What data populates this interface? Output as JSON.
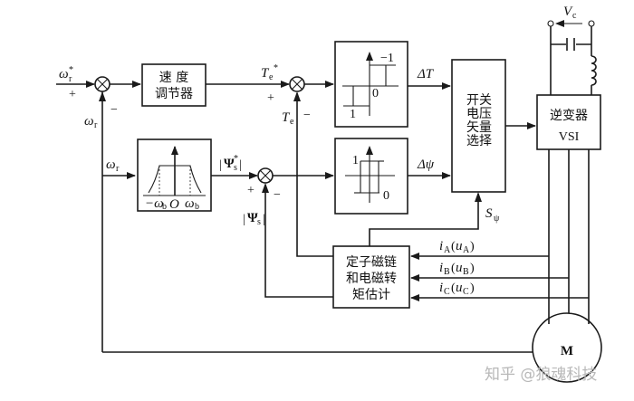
{
  "diagram": {
    "title": "Direct Torque Control block diagram",
    "inputs": {
      "speed_ref": {
        "symbol": "ω",
        "sub": "r",
        "sup": "*",
        "sign": "+"
      },
      "speed_fb": {
        "symbol": "ω",
        "sub": "r",
        "sign": "−"
      },
      "speed_branch": {
        "symbol": "ω",
        "sub": "r"
      }
    },
    "blocks": {
      "speed_regulator": {
        "line1": "速  度",
        "line2": "调节器"
      },
      "torque_hysteresis": {
        "upper_label": "−1",
        "zero_label": "0",
        "lower_label": "1"
      },
      "flux_hysteresis": {
        "upper_label": "1",
        "zero_label": "0"
      },
      "flux_reference": {
        "neg_label": "−ω",
        "neg_sub": "b",
        "origin_label": "O",
        "pos_label": "ω",
        "pos_sub": "b"
      },
      "switch_table": {
        "lines": [
          "开关",
          "电压",
          "矢量",
          "选择"
        ]
      },
      "inverter": {
        "line1": "逆变器",
        "line2": "VSI"
      },
      "estimator": {
        "lines": [
          "定子磁链",
          "和电磁转",
          "矩估计"
        ]
      },
      "motor": {
        "label": "M"
      }
    },
    "signals": {
      "torque_ref": {
        "symbol": "T",
        "sub": "e",
        "sup": "*",
        "sign": "+"
      },
      "torque_fb": {
        "symbol": "T",
        "sub": "e",
        "sign": "−"
      },
      "flux_ref": {
        "symbol": "Ψ",
        "sub": "s",
        "sup": "*",
        "sign": "+"
      },
      "flux_fb": {
        "symbol": "Ψ",
        "sub": "s",
        "sign": "−"
      },
      "delta_T": {
        "text": "ΔT"
      },
      "delta_psi": {
        "text": "Δψ"
      },
      "sector": {
        "symbol": "S",
        "sub": "ψ"
      },
      "dc_voltage": {
        "symbol": "V",
        "sub": "c"
      },
      "phase_a": {
        "i": "i",
        "i_sub": "A",
        "u": "u",
        "u_sub": "A"
      },
      "phase_b": {
        "i": "i",
        "i_sub": "B",
        "u": "u",
        "u_sub": "B"
      },
      "phase_c": {
        "i": "i",
        "i_sub": "C",
        "u": "u",
        "u_sub": "C"
      }
    },
    "watermark": "知乎 @狼魂科技"
  }
}
